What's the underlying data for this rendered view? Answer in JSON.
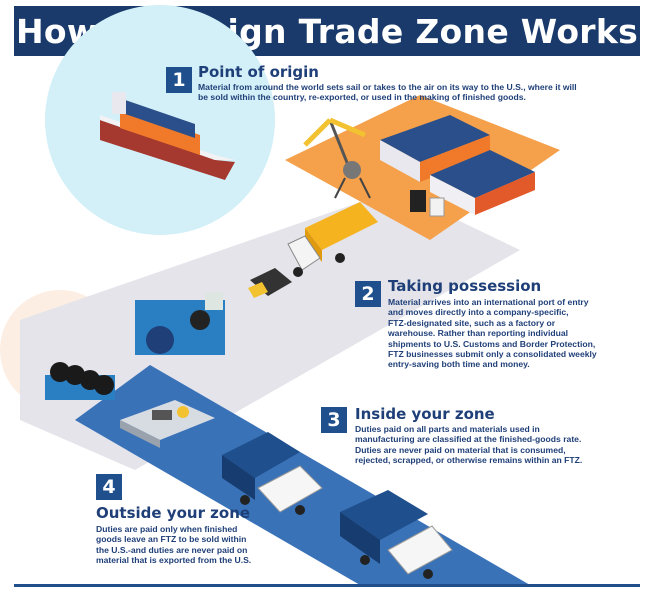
{
  "title": "How a Foreign Trade Zone Works",
  "steps": [
    {
      "number": "1",
      "title": "Point of origin",
      "body_lines": [
        "Material from around the world sets sail or takes to the air on its way to the U.S., where it will",
        "be sold within the country, re-exported, or used in the making of finished goods."
      ]
    },
    {
      "number": "2",
      "title": "Taking possession",
      "body_lines": [
        "Material arrives into an international port of entry",
        "and moves directly into a company-specific,",
        "FTZ-designated site, such as a factory or",
        "warehouse. Rather than reporting individual",
        "shipments to U.S. Customs and Border Protection,",
        "FTZ businesses submit only a consolidated weekly",
        "entry-saving both time and money."
      ]
    },
    {
      "number": "3",
      "title": "Inside your zone",
      "body_lines": [
        "Duties paid on all parts and materials used in",
        "manufacturing are classified at the finished-goods rate.",
        "Duties are never paid on material that is consumed,",
        "rejected, scrapped, or otherwise remains within an FTZ."
      ]
    },
    {
      "number": "4",
      "title": "Outside your zone",
      "body_lines": [
        "Duties are paid only when finished",
        "goods leave an FTZ to be sold within",
        "the U.S.-and duties are never paid on",
        "material that is exported from the U.S."
      ]
    }
  ],
  "colors": {
    "title_bg": "#1a3a6b",
    "accent_blue": "#1f4f8c",
    "road_gray": "#e4e4ea",
    "road_blue": "#3a72b8",
    "port_orange": "#f5a04a",
    "sea_cyan": "#d3f0f8"
  },
  "icons": [
    "cargo-ship-icon",
    "crane-icon",
    "container-stack-icon",
    "truck-icon",
    "machine-icon",
    "tire-rack-icon",
    "conveyor-icon"
  ]
}
